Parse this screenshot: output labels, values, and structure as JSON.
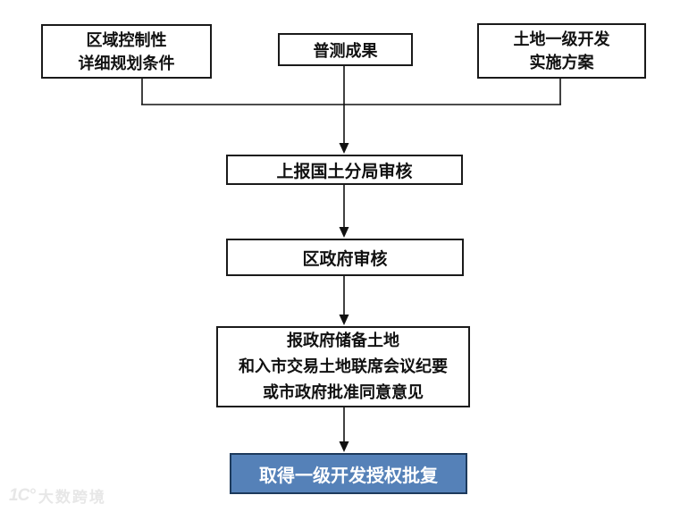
{
  "flowchart": {
    "nodes": {
      "planning": {
        "lines": [
          "区域控制性",
          "详细规划条件"
        ]
      },
      "survey": {
        "lines": [
          "普测成果"
        ]
      },
      "implementation": {
        "lines": [
          "土地一级开发",
          "实施方案"
        ]
      },
      "report_bureau": {
        "lines": [
          "上报国土分局审核"
        ]
      },
      "district_review": {
        "lines": [
          "区政府审核"
        ]
      },
      "joint_meeting": {
        "lines": [
          "报政府储备土地",
          "和入市交易土地联席会议纪要",
          "或市政府批准同意意见"
        ]
      },
      "authorization": {
        "lines": [
          "取得一级开发授权批复"
        ]
      }
    },
    "colors": {
      "box_border": "#1a1a1a",
      "box_fill": "#ffffff",
      "connector": "#111111",
      "final_fill": "#5581b8",
      "final_border": "#1d3a5c",
      "final_text": "#ffffff"
    }
  },
  "watermark": {
    "logo": "1C°",
    "text": "大数跨境"
  }
}
